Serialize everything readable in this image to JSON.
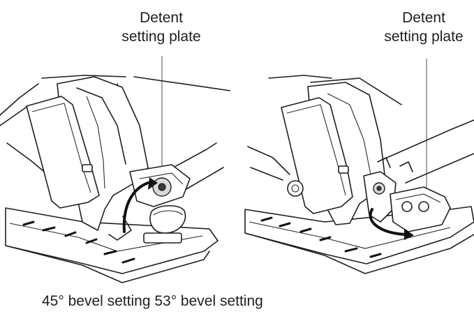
{
  "callouts": [
    {
      "line1": "Detent",
      "line2": "setting plate"
    },
    {
      "line1": "Detent",
      "line2": "setting plate"
    }
  ],
  "caption": "45° bevel setting 53° bevel setting",
  "icons": {
    "left_arrow": "curved-arrow-icon",
    "right_arrow": "curved-arrow-icon"
  }
}
